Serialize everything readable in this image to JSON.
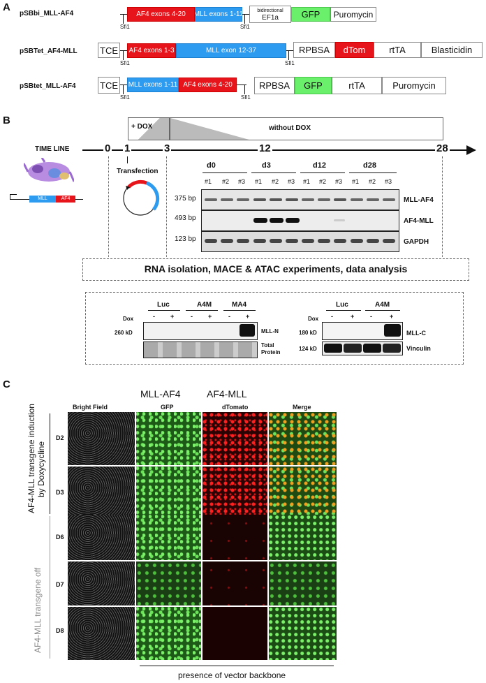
{
  "panels": {
    "a": "A",
    "b": "B",
    "c": "C"
  },
  "constructs": [
    {
      "name": "pSBbi_MLL-AF4",
      "parts": [
        "AF4 exons 4-20",
        "MLL exons 1-11",
        "bidirectional",
        "EF1a",
        "GFP",
        "Puromycin"
      ]
    },
    {
      "name": "pSBTet_AF4-MLL",
      "parts": [
        "TCE",
        "AF4 exons 1-3",
        "MLL exon 12-37",
        "RPBSA",
        "dTom",
        "rtTA",
        "Blasticidin"
      ]
    },
    {
      "name": "pSBtet_MLL-AF4",
      "parts": [
        "TCE",
        "MLL exons 1-11",
        "AF4 exons 4-20",
        "RPBSA",
        "GFP",
        "rtTA",
        "Puromycin"
      ]
    }
  ],
  "sfi": "Sfi1",
  "timeline": {
    "label": "TIME LINE",
    "dox": "+ DOX",
    "nodox": "without DOX",
    "points": [
      "0",
      "1",
      "3",
      "12",
      "28"
    ],
    "transfection": "Transfection",
    "vector_mll": "MLL",
    "vector_af4": "AF4"
  },
  "gel": {
    "days": [
      "d0",
      "d3",
      "d12",
      "d28"
    ],
    "reps": [
      "#1",
      "#2",
      "#3"
    ],
    "sizes": [
      "375 bp",
      "493 bp",
      "123 bp"
    ],
    "targets": [
      "MLL-AF4",
      "AF4-MLL",
      "GAPDH"
    ]
  },
  "rna_box": "RNA isolation, MACE & ATAC experiments, data analysis",
  "western_left": {
    "groups": [
      "Luc",
      "A4M",
      "MA4"
    ],
    "dox": "Dox",
    "signs": [
      "-",
      "+"
    ],
    "sizes": [
      "260 kD"
    ],
    "targets": [
      "MLL-N",
      "Total",
      "Protein"
    ]
  },
  "western_right": {
    "groups": [
      "Luc",
      "A4M"
    ],
    "dox": "Dox",
    "signs": [
      "-",
      "+"
    ],
    "sizes": [
      "180 kD",
      "124 kD"
    ],
    "targets": [
      "MLL-C",
      "Vinculin"
    ]
  },
  "panel_c": {
    "top_labels": [
      "MLL-AF4",
      "AF4-MLL"
    ],
    "columns": [
      "Bright Field",
      "GFP",
      "dTomato",
      "Merge"
    ],
    "rows": [
      "D2",
      "D3",
      "D6",
      "D7",
      "D8"
    ],
    "side_on": "AF4-MLL transgene induction by Doxycycline",
    "side_on_1": "AF4-MLL transgene induction",
    "side_on_2": "by Doxycycline",
    "side_off": "AF4-MLL transgene  off",
    "bottom": "presence of vector backbone"
  }
}
